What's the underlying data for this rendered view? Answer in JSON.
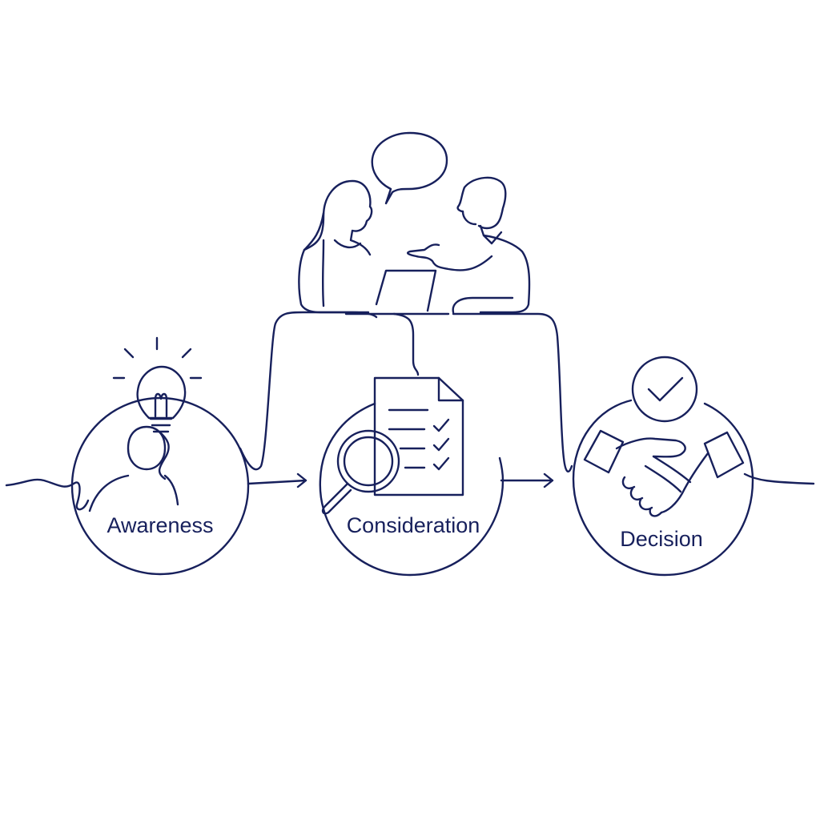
{
  "colors": {
    "line": "#17205c",
    "background": "#ffffff"
  },
  "stages": [
    {
      "label": "Awareness",
      "icon": "lightbulb-person-icon"
    },
    {
      "label": "Consideration",
      "icon": "document-magnifier-icon"
    },
    {
      "label": "Decision",
      "icon": "handshake-check-icon"
    }
  ],
  "top_scene_icon": "two-people-conversation-icon"
}
